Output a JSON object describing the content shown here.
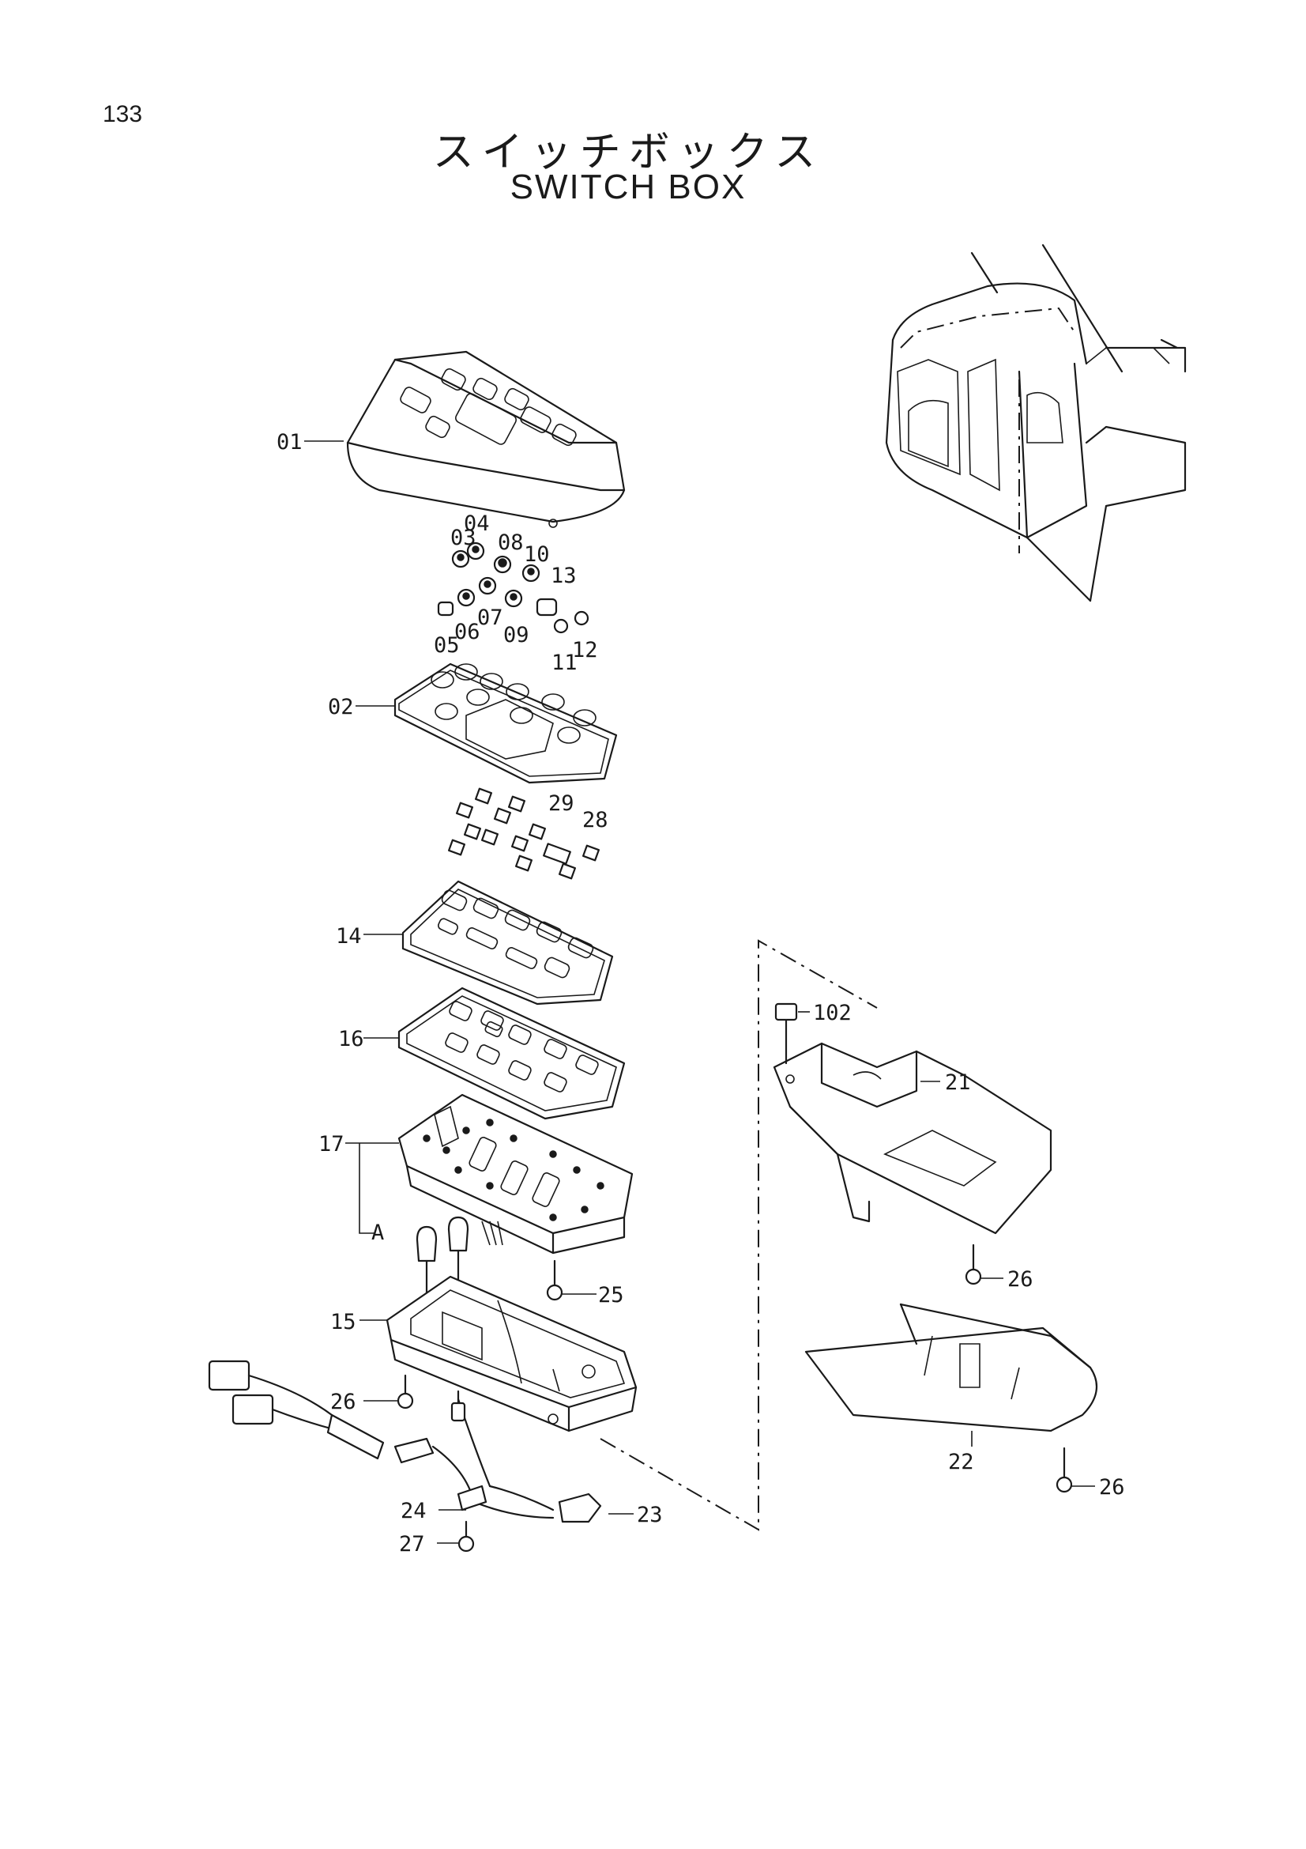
{
  "page_number": "133",
  "title_ja": "スイッチボックス",
  "title_en": "SWITCH BOX",
  "labels": {
    "p01": "01",
    "p02": "02",
    "p03": "03",
    "p04": "04",
    "p05": "05",
    "p06": "06",
    "p07": "07",
    "p08": "08",
    "p09": "09",
    "p10": "10",
    "p11": "11",
    "p12": "12",
    "p13": "13",
    "p14": "14",
    "p15": "15",
    "p16": "16",
    "p17": "17",
    "p21": "21",
    "p22": "22",
    "p23": "23",
    "p24": "24",
    "p25": "25",
    "p26a": "26",
    "p26b": "26",
    "p26c": "26",
    "p27": "27",
    "p28": "28",
    "p29": "29",
    "p102": "102",
    "detailA": "A"
  }
}
